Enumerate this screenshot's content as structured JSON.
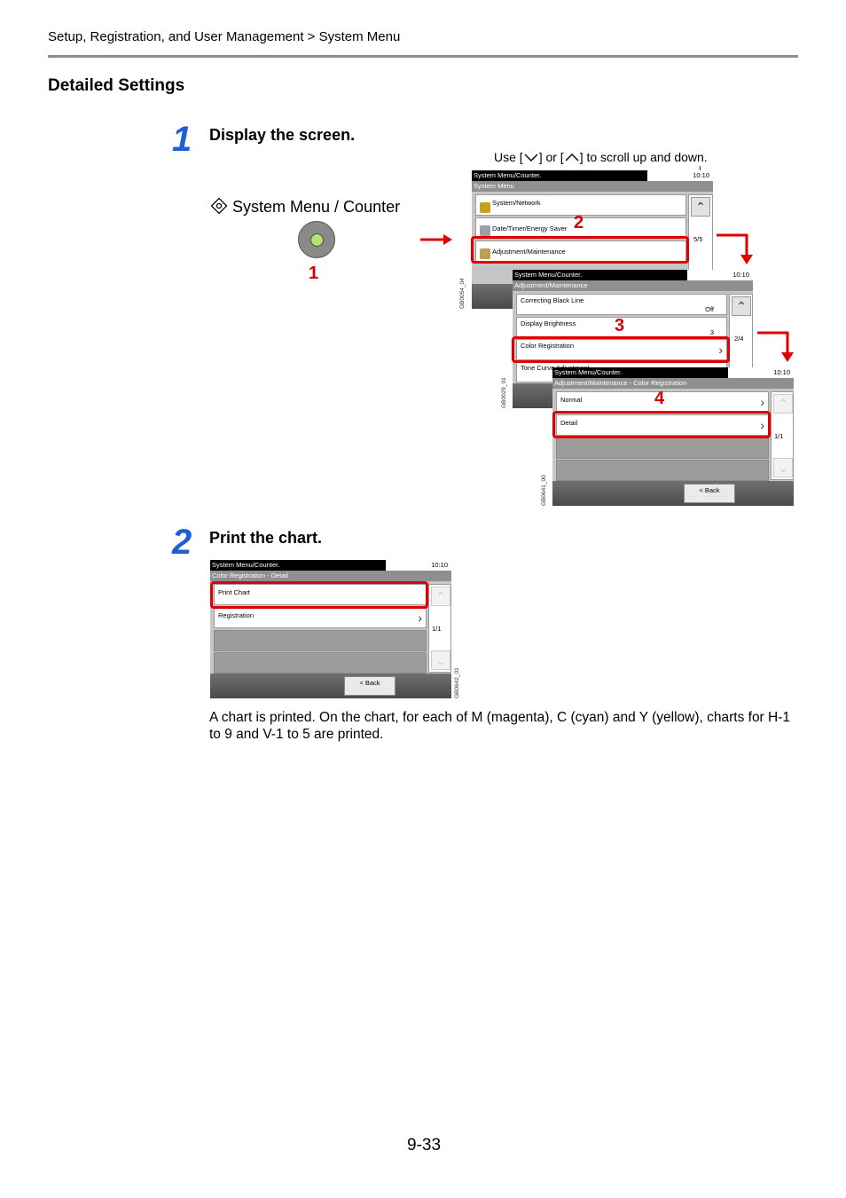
{
  "header": {
    "breadcrumb": "Setup, Registration, and User Management > System Menu"
  },
  "section_title": "Detailed Settings",
  "step1": {
    "number": "1",
    "title": "Display the screen.",
    "hint_prefix": "Use [",
    "hint_middle": "] or [",
    "hint_suffix": "] to scroll up and down.",
    "key_label": "System Menu / Counter",
    "callouts": [
      "1",
      "2",
      "3",
      "4"
    ],
    "screen1": {
      "title": "System Menu/Counter.",
      "time": "10:10",
      "subtitle": "System Menu",
      "items": [
        "System/Network",
        "Date/Timer/Energy Saver",
        "Adjustment/Maintenance"
      ],
      "page": "5/5",
      "code": "GB0054_04"
    },
    "screen2": {
      "title": "System Menu/Counter.",
      "time": "10:10",
      "subtitle": "Adjustment/Maintenance",
      "items": [
        {
          "label": "Correcting Black Line",
          "value": "Off"
        },
        {
          "label": "Display Brightness",
          "value": "3"
        },
        {
          "label": "Color Registration",
          "value": ""
        },
        {
          "label": "Tone Curve Adjustment",
          "value": ""
        }
      ],
      "page": "2/4",
      "code": "GB0029_01"
    },
    "screen3": {
      "title": "System Menu/Counter.",
      "time": "10:10",
      "subtitle": "Adjustment/Maintenance - Color Registration",
      "items": [
        "Normal",
        "Detail"
      ],
      "page": "1/1",
      "back": "< Back",
      "code": "GB0641_00"
    }
  },
  "step2": {
    "number": "2",
    "title": "Print the chart.",
    "screen": {
      "title": "System Menu/Counter.",
      "time": "10:10",
      "subtitle": "Color Registration - Detail",
      "items": [
        "Print Chart",
        "Registration"
      ],
      "page": "1/1",
      "back": "< Back",
      "code": "GB0642_01"
    },
    "body": "A chart is printed. On the chart, for each of M (magenta), C (cyan) and Y (yellow), charts for H-1 to 9 and V-1 to 5 are printed."
  },
  "page_number": "9-33",
  "colors": {
    "accent_blue": "#1f5fd6",
    "highlight_red": "#e00000"
  }
}
